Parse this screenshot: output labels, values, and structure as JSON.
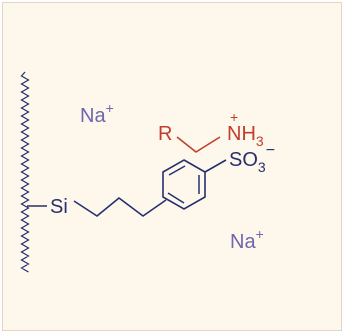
{
  "diagram": {
    "counterion_top": {
      "symbol": "Na",
      "charge": "+"
    },
    "counterion_bottom": {
      "symbol": "Na",
      "charge": "+"
    },
    "silicon": "Si",
    "sulfonate": {
      "group": "SO",
      "subscript": "3",
      "charge": "−"
    },
    "analyte": {
      "r_group": "R",
      "ammonium": "NH",
      "ammonium_subscript": "3",
      "ammonium_charge": "+"
    }
  },
  "colors": {
    "background": "#fdf7ec",
    "border": "#e2d6c2",
    "structure": "#27306d",
    "counterion": "#6f66ad",
    "analyte": "#c23e2c"
  }
}
